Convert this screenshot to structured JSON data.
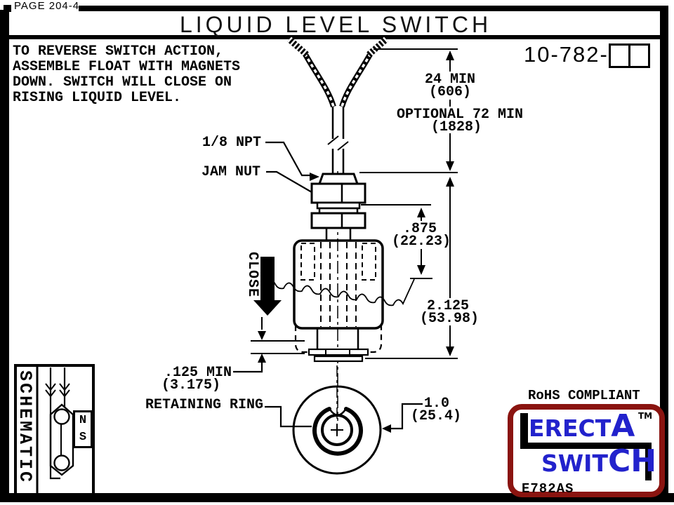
{
  "header": {
    "page_label": "PAGE 204-4",
    "title": "LIQUID LEVEL SWITCH",
    "part_number_prefix": "10-782-"
  },
  "note": {
    "lines": [
      "TO REVERSE SWITCH ACTION,",
      "ASSEMBLE FLOAT WITH MAGNETS",
      "DOWN. SWITCH WILL CLOSE ON",
      "RISING LIQUID LEVEL."
    ]
  },
  "callouts": {
    "npt": "1/8 NPT",
    "jam_nut": "JAM NUT",
    "close": "CLOSE",
    "retaining_ring": "RETAINING RING",
    "rohs": "RoHS COMPLIANT"
  },
  "dims": {
    "d24": "24 MIN",
    "d24_mm": "(606)",
    "d72": "OPTIONAL 72 MIN",
    "d72_mm": "(1828)",
    "d875": ".875",
    "d875_mm": "(22.23)",
    "d2125": "2.125",
    "d2125_mm": "(53.98)",
    "d125": ".125 MIN",
    "d125_mm": "(3.175)",
    "d10": "1.0",
    "d10_mm": "(25.4)"
  },
  "schematic": {
    "label": "SCHEMATIC",
    "magnet_n": "N",
    "magnet_s": "S"
  },
  "logo": {
    "word1": "ERECT",
    "word1_last": "A",
    "word2": "SWIT",
    "word2_last": "CH",
    "tm": "TM",
    "code": "E782AS",
    "border_color": "#8a1410",
    "text_color": "#2222cc"
  }
}
